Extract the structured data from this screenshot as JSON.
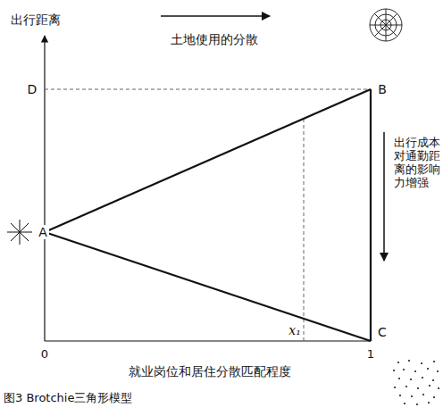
{
  "diagram": {
    "caption": "图3 Brotchie三角形模型",
    "labels": [
      "出行距离",
      "土地使用的分散",
      "D",
      "B",
      "A",
      "C",
      "出行成本对通勤距离的影响力增强",
      "0",
      "x₁",
      "1",
      "就业岗位和居住分散匹配程度"
    ]
  }
}
